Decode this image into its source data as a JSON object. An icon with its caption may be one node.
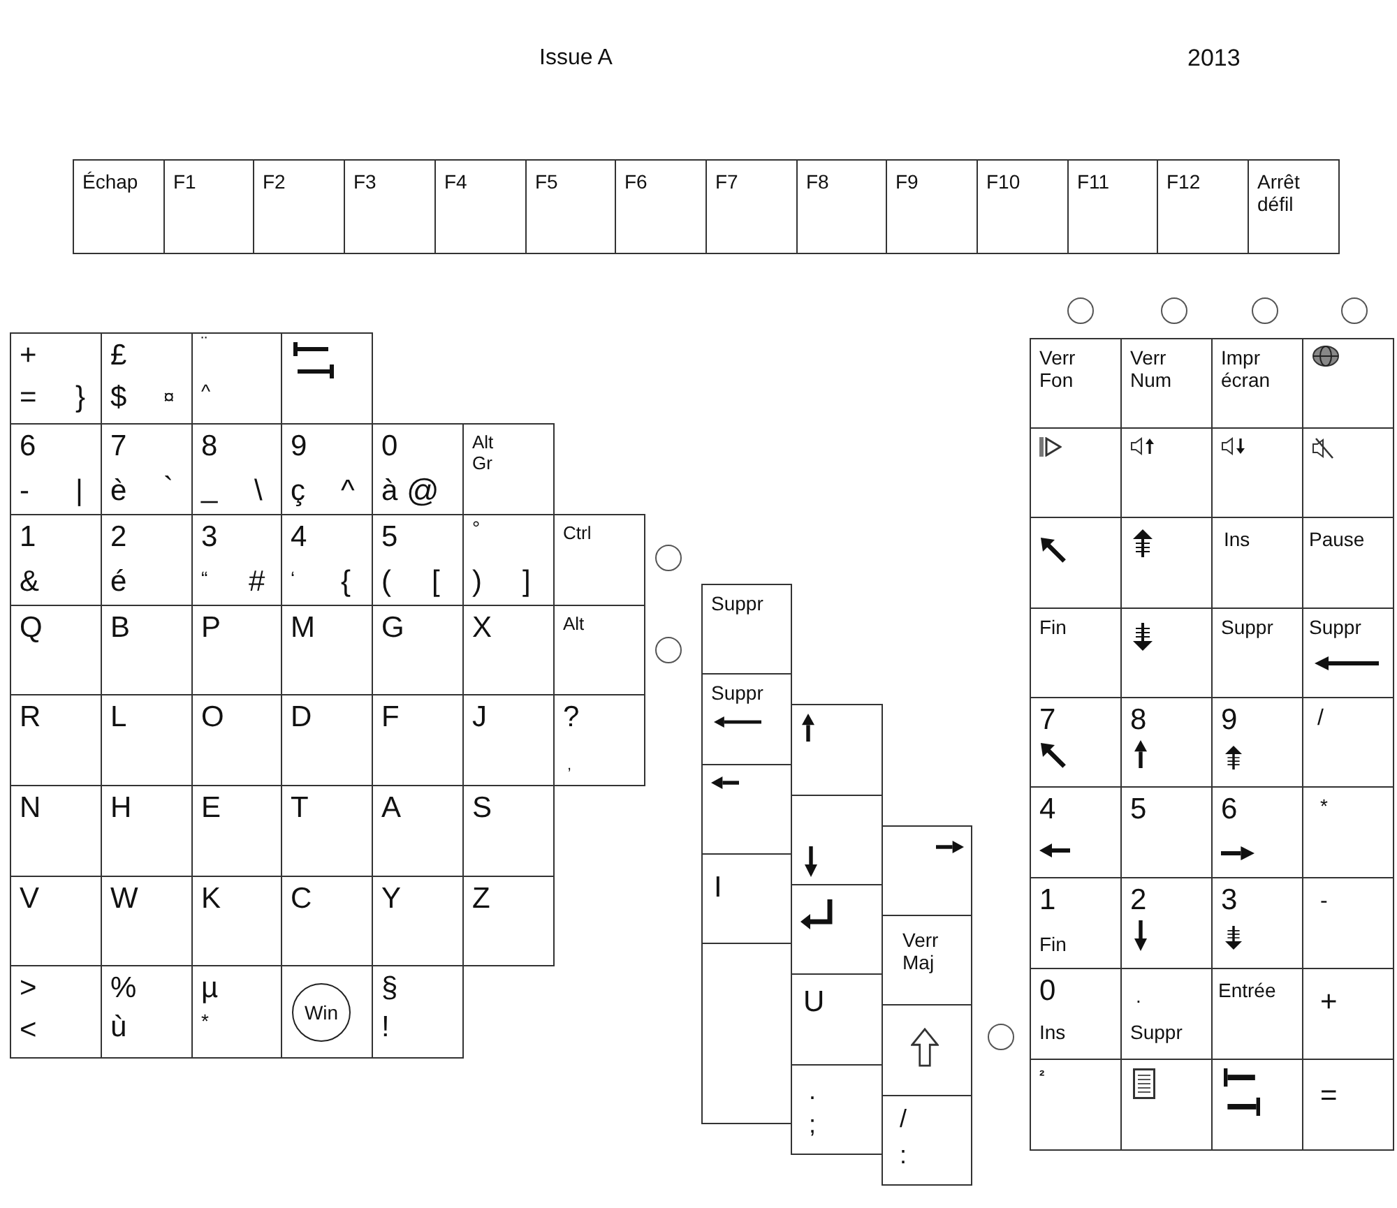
{
  "diagram": {
    "nodes": [
      {
        "text": [
          "Échap"
        ]
      },
      {
        "text": [
          "F1"
        ]
      },
      {
        "text": [
          "F2"
        ]
      },
      {
        "text": [
          "F3"
        ]
      },
      {
        "text": [
          "F4"
        ]
      },
      {
        "text": [
          "F5"
        ]
      },
      {
        "text": [
          "F6"
        ]
      },
      {
        "text": [
          "F7"
        ]
      },
      {
        "text": [
          "F8"
        ]
      },
      {
        "text": [
          "F9"
        ]
      },
      {
        "text": [
          "F10"
        ]
      },
      {
        "text": [
          "F11"
        ]
      },
      {
        "text": [
          "F12"
        ]
      },
      {
        "text": [
          "Arrêt défil"
        ]
      },
      {
        "text": [
          "+",
          "=",
          "}"
        ]
      },
      {
        "text": [
          "£",
          "$",
          "¤"
        ]
      },
      {
        "text": [
          "¨",
          "^"
        ]
      },
      {
        "text": [],
        "shape": "box"
      },
      {
        "text": [
          "6",
          "-",
          "|"
        ]
      },
      {
        "text": [
          "7",
          "è",
          "`"
        ]
      },
      {
        "text": [
          "8",
          "_",
          "\\"
        ]
      },
      {
        "text": [
          "9",
          "ç",
          "^"
        ]
      },
      {
        "text": [
          "0",
          "à",
          "@"
        ]
      },
      {
        "text": [
          "Alt Gr"
        ]
      },
      {
        "text": [
          "1",
          "&"
        ]
      },
      {
        "text": [
          "2",
          "é"
        ]
      },
      {
        "text": [
          "3",
          "“",
          "#"
        ]
      },
      {
        "text": [
          "4",
          "‘",
          "{"
        ]
      },
      {
        "text": [
          "5",
          "(",
          "["
        ]
      },
      {
        "text": [
          "°",
          ")",
          "]"
        ]
      },
      {
        "text": [
          "Ctrl"
        ]
      },
      {
        "text": [
          "Q"
        ]
      },
      {
        "text": [
          "B"
        ]
      },
      {
        "text": [
          "P"
        ]
      },
      {
        "text": [
          "M"
        ]
      },
      {
        "text": [
          "G"
        ]
      },
      {
        "text": [
          "X"
        ]
      },
      {
        "text": [
          "Alt"
        ]
      },
      {
        "text": [
          "R"
        ]
      },
      {
        "text": [
          "L"
        ]
      },
      {
        "text": [
          "O"
        ]
      },
      {
        "text": [
          "D"
        ]
      },
      {
        "text": [
          "F"
        ]
      },
      {
        "text": [
          "J"
        ]
      },
      {
        "text": [
          "?",
          ","
        ]
      },
      {
        "text": [
          "N"
        ]
      },
      {
        "text": [
          "H"
        ]
      },
      {
        "text": [
          "E"
        ]
      },
      {
        "text": [
          "T"
        ]
      },
      {
        "text": [
          "A"
        ]
      },
      {
        "text": [
          "S"
        ]
      },
      {
        "text": [
          "V"
        ]
      },
      {
        "text": [
          "W"
        ]
      },
      {
        "text": [
          "K"
        ]
      },
      {
        "text": [
          "C"
        ]
      },
      {
        "text": [
          "Y"
        ]
      },
      {
        "text": [
          "Z"
        ]
      },
      {
        "text": [
          ">",
          "<"
        ]
      },
      {
        "text": [
          "%",
          "ù"
        ]
      },
      {
        "text": [
          "µ",
          "*"
        ]
      },
      {
        "text": [
          "Win"
        ]
      },
      {
        "text": [
          "§",
          "!"
        ]
      },
      {
        "text": [],
        "shape": "circle"
      },
      {
        "text": [],
        "shape": "circle"
      },
      {
        "text": [
          "Suppr"
        ]
      },
      {
        "text": [
          "Suppr"
        ]
      },
      {
        "text": [],
        "shape": "box"
      },
      {
        "text": [],
        "shape": "box"
      },
      {
        "text": [],
        "shape": "box"
      },
      {
        "text": [],
        "shape": "box"
      },
      {
        "text": [
          "I"
        ]
      },
      {
        "text": [],
        "shape": "box"
      },
      {
        "text": [
          "Verr Maj"
        ]
      },
      {
        "text": [],
        "shape": "box"
      },
      {
        "text": [
          "U"
        ]
      },
      {
        "text": [],
        "shape": "box"
      },
      {
        "text": [
          ".",
          ";"
        ]
      },
      {
        "text": [
          "/",
          ":"
        ]
      },
      {
        "text": [],
        "shape": "circle"
      },
      {
        "text": [],
        "shape": "circle"
      },
      {
        "text": [],
        "shape": "circle"
      },
      {
        "text": [],
        "shape": "circle"
      },
      {
        "text": [],
        "shape": "circle"
      },
      {
        "text": [
          "Verr Fon"
        ]
      },
      {
        "text": [
          "Verr Num"
        ]
      },
      {
        "text": [
          "Impr écran"
        ]
      },
      {
        "text": [],
        "shape": "box"
      },
      {
        "text": [],
        "shape": "box"
      },
      {
        "text": [],
        "shape": "box"
      },
      {
        "text": [],
        "shape": "box"
      },
      {
        "text": [],
        "shape": "box"
      },
      {
        "text": [],
        "shape": "box"
      },
      {
        "text": [],
        "shape": "box"
      },
      {
        "text": [
          "Ins"
        ]
      },
      {
        "text": [
          "Pause"
        ]
      },
      {
        "text": [
          "Fin"
        ]
      },
      {
        "text": [],
        "shape": "box"
      },
      {
        "text": [
          "Suppr"
        ]
      },
      {
        "text": [
          "Suppr"
        ]
      },
      {
        "text": [
          "7"
        ]
      },
      {
        "text": [
          "8"
        ]
      },
      {
        "text": [
          "9"
        ]
      },
      {
        "text": [
          "/"
        ]
      },
      {
        "text": [
          "4"
        ]
      },
      {
        "text": [
          "5"
        ]
      },
      {
        "text": [
          "6"
        ]
      },
      {
        "text": [
          "*"
        ]
      },
      {
        "text": [
          "1",
          "Fin"
        ]
      },
      {
        "text": [
          "2"
        ]
      },
      {
        "text": [
          "3"
        ]
      },
      {
        "text": [
          "-"
        ]
      },
      {
        "text": [
          "0",
          "Ins"
        ]
      },
      {
        "text": [
          ".",
          "Suppr"
        ]
      },
      {
        "text": [
          "Entrée"
        ]
      },
      {
        "text": [
          "+"
        ]
      },
      {
        "text": [
          "²"
        ]
      },
      {
        "text": [],
        "shape": "box"
      },
      {
        "text": [],
        "shape": "box"
      },
      {
        "text": [
          "="
        ]
      }
    ],
    "labels": [
      "Issue A",
      "2013"
    ]
  }
}
